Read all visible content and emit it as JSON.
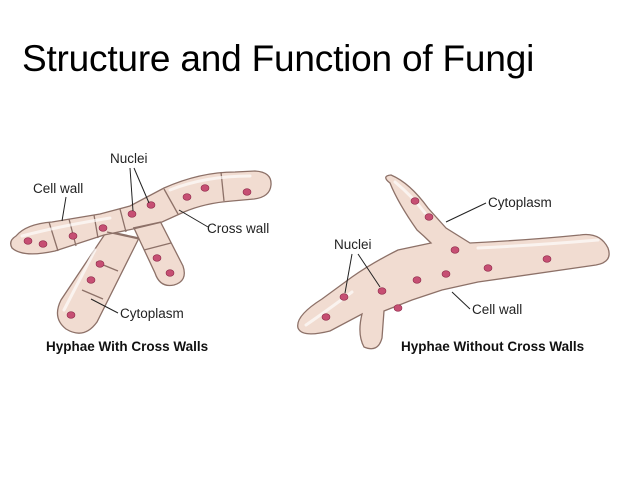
{
  "title": "Structure and Function of Fungi",
  "left_diagram": {
    "caption": "Hyphae With Cross Walls",
    "labels": {
      "nuclei": "Nuclei",
      "cell_wall": "Cell wall",
      "cross_wall": "Cross wall",
      "cytoplasm": "Cytoplasm"
    }
  },
  "right_diagram": {
    "caption": "Hyphae Without Cross Walls",
    "labels": {
      "cytoplasm": "Cytoplasm",
      "nuclei": "Nuclei",
      "cell_wall": "Cell wall"
    }
  },
  "colors": {
    "cytoplasm_fill": "#f1dcd1",
    "wall_stroke": "#8d7168",
    "nucleus": "#c64f73"
  }
}
